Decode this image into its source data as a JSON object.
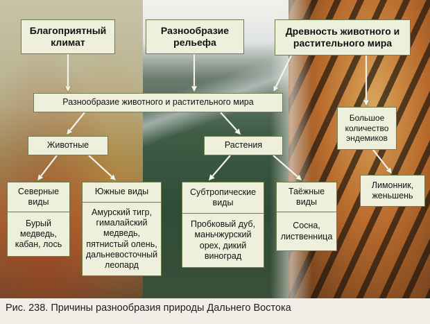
{
  "nodes": {
    "climate": "Благоприятный климат",
    "relief": "Разнообразие рельефа",
    "ancient": "Древность животного и растительного мира",
    "diversity": "Разнообразие животного и растительного мира",
    "endemics": "Большое количество эндемиков",
    "animals": "Животные",
    "plants": "Растения",
    "north_title": "Северные виды",
    "north_list": "Бурый медведь, кабан, лось",
    "south_title": "Южные виды",
    "south_list": "Амурский тигр, гималайский медведь, пятнистый олень, дальневосточный леопард",
    "subtrop_title": "Субтропические виды",
    "subtrop_list": "Пробковый дуб, маньчжурский орех, дикий виноград",
    "taiga_title": "Таёжные виды",
    "taiga_list": "Сосна, лиственница",
    "limonnik": "Лимонник, женьшень"
  },
  "caption": "Рис. 238. Причины разнообразия природы Дальнего Востока",
  "colors": {
    "box_fill": "#eef0dc",
    "box_border": "#6f7a4e",
    "arrow": "#f4f4ec"
  }
}
